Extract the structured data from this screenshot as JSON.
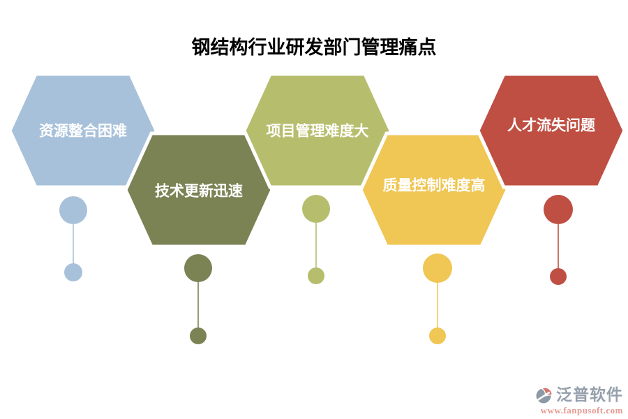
{
  "title": "钢结构行业研发部门管理痛点",
  "hexagons": [
    {
      "label": "资源整合困难",
      "color": "#a8c1da"
    },
    {
      "label": "技术更新迅速",
      "color": "#7b8254"
    },
    {
      "label": "项目管理难度大",
      "color": "#b6be6d"
    },
    {
      "label": "质量控制难度高",
      "color": "#f0c654"
    },
    {
      "label": "人才流失问题",
      "color": "#bf4f42"
    }
  ],
  "watermark": {
    "brand": "泛普软件",
    "url": "www.fanpusoft.com",
    "brand_color": "#96a0ac",
    "url_color": "#e59a93",
    "icon_gray": "#8e99a7",
    "icon_red": "#d4756b"
  }
}
